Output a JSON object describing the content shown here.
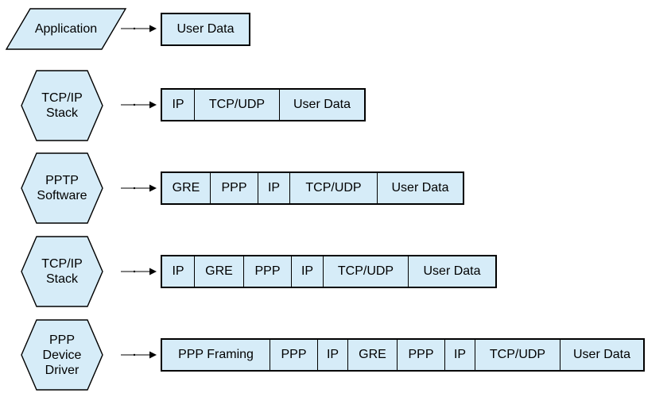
{
  "diagram": {
    "description": "PPTP packet encapsulation stages",
    "colors": {
      "shape_fill": "#d6ecf8",
      "shape_border": "#000000",
      "text_color": "#000000",
      "background": "#ffffff"
    },
    "rows": [
      {
        "shape": "parallelogram",
        "stage_lines": [
          "Application"
        ],
        "packets": [
          "User Data"
        ]
      },
      {
        "shape": "hexagon",
        "stage_lines": [
          "TCP/IP",
          "Stack"
        ],
        "packets": [
          "IP",
          "TCP/UDP",
          "User Data"
        ]
      },
      {
        "shape": "hexagon",
        "stage_lines": [
          "PPTP",
          "Software"
        ],
        "packets": [
          "GRE",
          "PPP",
          "IP",
          "TCP/UDP",
          "User Data"
        ]
      },
      {
        "shape": "hexagon",
        "stage_lines": [
          "TCP/IP",
          "Stack"
        ],
        "packets": [
          "IP",
          "GRE",
          "PPP",
          "IP",
          "TCP/UDP",
          "User Data"
        ]
      },
      {
        "shape": "hexagon",
        "stage_lines": [
          "PPP",
          "Device",
          "Driver"
        ],
        "packets": [
          "PPP Framing",
          "PPP",
          "IP",
          "GRE",
          "PPP",
          "IP",
          "TCP/UDP",
          "User Data"
        ]
      }
    ]
  }
}
